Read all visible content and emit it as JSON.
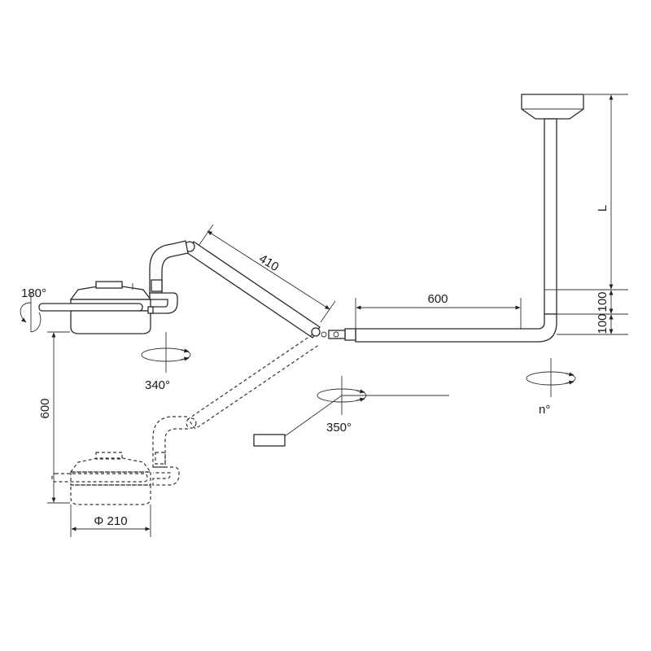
{
  "diagram": {
    "labels": {
      "rot_head": "180°",
      "rot_arm_upper": "340°",
      "rot_arm_mid": "350°",
      "rot_column": "n°",
      "len_upper_arm": "410",
      "len_horizontal_arm": "600",
      "height_range": "600",
      "dim_100_a": "100",
      "dim_100_b": "100",
      "dim_L": "L",
      "diameter": "Φ 210"
    },
    "colors": {
      "line": "#2a2a2a",
      "background": "#ffffff"
    }
  }
}
